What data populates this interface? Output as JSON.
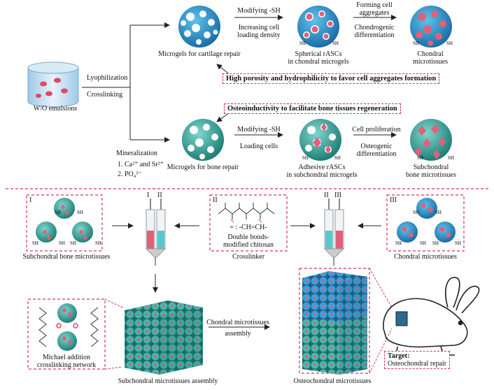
{
  "emulsion": {
    "label": "W/O emulsions"
  },
  "process": {
    "lyophilization": "Lyophilization",
    "crosslinking": "Crosslinking",
    "mineralization": "Mineralization",
    "step1": "1. Ca²⁺ and Sr²⁺",
    "step2": "2. PO₄³⁻"
  },
  "cartilage": {
    "microgel_label": "Microgels for cartilage repair",
    "arrow1_top": "Modifying -SH",
    "arrow1_bottom_1": "Increasing cell",
    "arrow1_bottom_2": "loading density",
    "cells_label_1": "Spherical rASCs",
    "cells_label_2": "in chondral microgels",
    "arrow2_top_1": "Forming cell",
    "arrow2_top_2": "aggregates",
    "arrow2_bottom_1": "Chondrogenic",
    "arrow2_bottom_2": "differentiation",
    "tissue_label_1": "Chondral",
    "tissue_label_2": "microtissues",
    "feature": "High porosity and hydrophilicity to favor  cell aggregates formation"
  },
  "bone": {
    "feature": "Osteoinductivity to facilitate  bone tissues regeneration",
    "microgel_label": "Microgels for bone repair",
    "arrow1_top": "Modifying -SH",
    "arrow1_bottom": "Loading cells",
    "cells_label_1": "Adhesive rASCs",
    "cells_label_2": "in subchondral microgels",
    "arrow2_top": "Cell proliferation",
    "arrow2_bottom_1": "Osteogenic",
    "arrow2_bottom_2": "differentiation",
    "tissue_label_1": "Subchondral",
    "tissue_label_2": "bone microtissues"
  },
  "middle": {
    "box1_tag": "I",
    "box1_label": "Subchondral bone  microtissues",
    "syringe1_labels": [
      "I",
      "II"
    ],
    "crosslinker_tag": "II",
    "crosslinker_legend": "= : -CH=CH-",
    "crosslinker_desc_1": "Double bonds-",
    "crosslinker_desc_2": "modified chitosan",
    "crosslinker_label": "Crosslinker",
    "syringe2_labels": [
      "II",
      "III"
    ],
    "box3_tag": "III",
    "box3_label": "Chondral  microtissues",
    "sh": "SH"
  },
  "bottom": {
    "network_label_1": "Michael addition",
    "network_label_2": "crosslinking network",
    "sub_assembly_label": "Subchondral microtissues assembly",
    "arrow_label_1": "Chondral  microtissues",
    "arrow_label_2": "assembly",
    "osteo_label": "Osteochondral microtissues",
    "target_title": "Target:",
    "target_desc": "Osteochondral repair"
  },
  "colors": {
    "teal": "#3fb3a8",
    "teal_dark": "#1f7f78",
    "blue": "#2a8fd0",
    "blue_dark": "#1a5f95",
    "pink": "#e2607a",
    "dash": "#d0345f"
  }
}
